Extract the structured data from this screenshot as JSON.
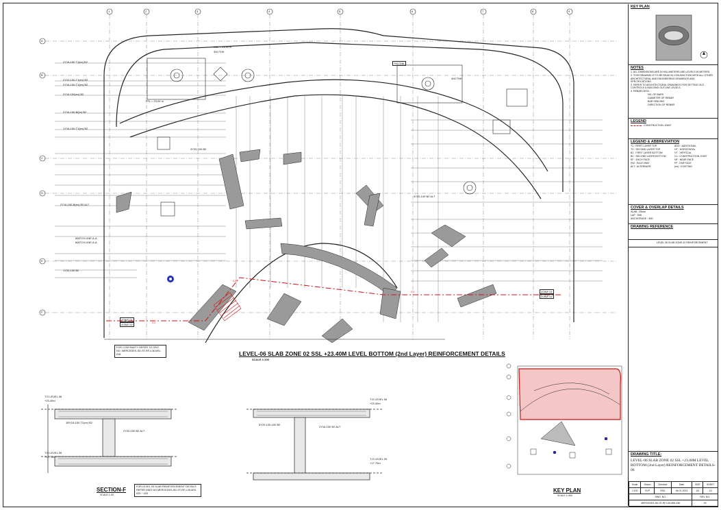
{
  "drawing": {
    "title": "LEVEL-06 SLAB ZONE 02 SSL +23.40M LEVEL BOTTOM (2nd Layer) REINFORCEMENT DETAILS",
    "scale": "SCALE 1:100",
    "continuity_note": "FOR CONTINUITY REFER TO DRG. NO. MERCEDES-SD-ST-RF-L06-MSI-018",
    "grid_top": [
      "1",
      "2",
      "3",
      "4",
      "5",
      "6",
      "7",
      "8",
      "9"
    ],
    "grid_left": [
      "A",
      "B",
      "C",
      "D",
      "E",
      "F"
    ],
    "labels": [
      "2Y16-150 T1(ex) B2",
      "2Y20-150-T1(ex) B2",
      "2Y16-150-T1(ex) B2",
      "2Y16-150(ex) B2",
      "2Y16-150-B(ex) B2",
      "1Y16-150-T1(ex) B2",
      "ZONE 01",
      "ZONE 02",
      "MATCH LINE A-A",
      "MATCH LINE A-A",
      "700 THK",
      "SSL = 23.40 m",
      "300 THK",
      "400 THK",
      "FFL = 23.00 m",
      "3Y20-100 B2",
      "4Y20-100 B2 ALT",
      "2Y16-150-B(ex) B2 ALT",
      "1Y20-150 B2",
      "CJ"
    ],
    "section_f": {
      "title": "SECTION-F",
      "scale": "SCALE 1:25",
      "tos_label_1": "T.O LEVEL 06",
      "tos_val_1": "+23.40m",
      "tos_label_2": "T.O LEVEL 05",
      "tos_val_2": "+17.70m",
      "bar_1": "1BY16-150-T1(ex) B2",
      "bar_2": "2Y20-150 B2 ALT",
      "note": "FOR LEVEL 05 SLAB REINFORCEMENT DETAILS REFER DWG NO MERCEDES-SD-ST-RF-L05-MSI-025 ~ 033"
    },
    "section_2": {
      "tos_label_1": "T.O LEVEL 06",
      "tos_val_1": "+23.40m",
      "tos_label_2": "T.O LEVEL 05",
      "tos_val_2": "+17.70m",
      "bar_1": "5Y20-100-100 B2",
      "bar_2": "2Y16-150 B2 ALT"
    },
    "key_plan": {
      "title": "KEY PLAN",
      "scale": "SCALE 1:400"
    }
  },
  "title_block": {
    "key_plan_label": "KEY PLAN",
    "notes_label": "NOTES",
    "notes": [
      "1. ALL DIMENSIONS ARE IN MILLIMETERS AND LEVELS IN METERS.",
      "2. THIS DRAWING IS TO BE READ IN CONJUNCTION WITH ALL OTHER ARCHITECTURAL AND ENGINEERING DRAWINGS AND SPECIFICATIONS.",
      "3. REFER TO ARCHITECTURAL DRAWINGS FOR SETTING OUT, CONTROLS & BUILDING OUTLINE LEVELS.",
      "4. REBAR DESC.",
      "NO. OF BARS",
      "DIAMETER OF REBAR",
      "BAR SPACING",
      "DIRECTION OF REBAR"
    ],
    "legend_label": "LEGEND",
    "legend_items": [
      "CONSTRUCTION JOINT"
    ],
    "abbrev_label": "LEGEND & ABBREVIATION",
    "abbreviations": [
      "T1 : FIRST LAYER TOP",
      "T2 : SECOND LAYER TOP",
      "B1 : FIRST LAYER BOTTOM",
      "B2 : SECOND LAYER BOTTOM",
      "EF : EACH FACE",
      "EW : EACH WAY",
      "ALT : ALTERNATE",
      "ADD : ADDITIONAL",
      "HT : HORIZONTAL",
      "VT : VERTICAL",
      "CJ : CONSTRUCTION JOINT",
      "NF : NEAR FACE",
      "FF : FAR FACE",
      "(ex) : EXISTING"
    ],
    "cover_label": "COVER & OVERLAP DETAILS",
    "cover_rows": [
      "SLAB : 25mm",
      "LAP : 50D",
      "ANCHORAGE : 40D"
    ],
    "drawing_ref_label": "DRAWING REFERENCE",
    "drawing_ref_rows": [
      "LEVEL 06 SLAB ZONE 02 REINFORCEMENT"
    ],
    "drawing_title_label": "DRAWING TITLE:",
    "drawing_title": "LEVEL-06 SLAB ZONE 02 SSL +23.40M LEVEL BOTTOM (2nd Layer) REINFORCEMENT DETAILS-06",
    "table_headers": [
      "Scale",
      "Drawn",
      "Checked",
      "Date",
      "SIZE",
      "SHEET"
    ],
    "table_values": [
      "1:100",
      "SVP",
      "SSA",
      "06-01-2023",
      "A3",
      "1/1"
    ],
    "dwg_no_label": "DWG. NO.",
    "rev_no_label": "REV. NO.",
    "dwg_no": "MERCEDES-SD-ST-RF-L06-MSI-036",
    "rev_no": "00"
  }
}
